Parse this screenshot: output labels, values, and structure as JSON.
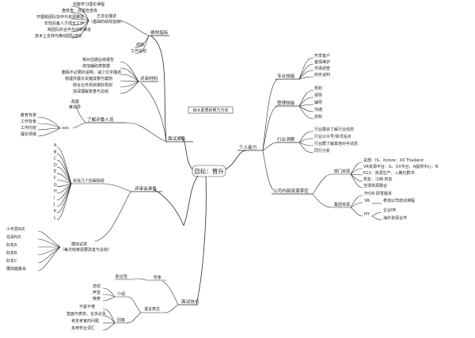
{
  "center": "目标：晋升",
  "note": "四大素质的努力方向",
  "branches": {
    "prep": {
      "label": "面试准备",
      "performance": {
        "label": "绩效指标",
        "method": [
          "方法论描述",
          "（基础的绩效指标）"
        ],
        "items": [
          "完整学习理论课程",
          "盘核查、改善检查库",
          "开展跨团队协作与资源推进",
          "年轻后备人才成长工作",
          "跨团队的合作与创新推进",
          "技术上支持与推动团队成长"
        ],
        "perf_items": [
          "绩效",
          "工作总结"
        ]
      },
      "review": {
        "label": "评审材料",
        "items": [
          "核对往期业绩报告",
          "增加辅助类数据",
          "删除不必要的说明、减少文字描述",
          "梳理并展示关键成果与案例",
          "结合业务现状做好规划",
          "加深理解复盘与总结"
        ]
      },
      "reviewer": {
        "label": "了解评委人员",
        "items": [
          "教育背景",
          "工作背景",
          "工作内容",
          "擅长领域"
        ],
        "name_top": "政委",
        "name_top2": "某领导",
        "name_side": "xxx"
      },
      "prep_group": {
        "label": "评审会准备",
        "questions_label": "多找几个前辈取经",
        "letters": [
          "A",
          "B",
          "C",
          "D",
          "E",
          "F",
          "G",
          "H",
          "I",
          "J",
          "K",
          "L"
        ],
        "mock_label": [
          "模拟试讲",
          "（每次结束需要改善与总结）"
        ],
        "mock_items": [
          "小可爱N次",
          "任哥N次",
          "好友A",
          "好友B",
          "好友C",
          "模拟面委会"
        ]
      }
    },
    "skills": {
      "label": "个人能力",
      "pro": {
        "label": "专业技能",
        "items": [
          "开发客户",
          "客情维护",
          "市场调查",
          "商务谈判"
        ]
      },
      "mgmt": {
        "label": "管理技能",
        "items": [
          "规划",
          "领导",
          "辅导",
          "沟通",
          "授权"
        ]
      },
      "industry": {
        "label": "行业洞察",
        "items": [
          "行业展会了解行业动态",
          "行业公众号/资讯站点",
          "行业群了解其他对手动态",
          "同行分析"
        ]
      },
      "internal": {
        "label": "公司内部资源掌控",
        "dept": {
          "label": "部门资源",
          "items": [
            "总部：IS、Xstore：XX Thailand",
            "VR资源平台：G、XX平台、A提供中心：B",
            "K12：资源生产，入教社群书",
            "校友：江西 校友",
            "全球资源融合"
          ]
        },
        "group": {
          "label": "集团资源",
          "vr_label": "YH2R 研发版本",
          "vr": "VR",
          "vr_detail": "参加公司培训课程",
          "hy": "HY",
          "hy_items": [
            "企业IM",
            "海外资源合作"
          ]
        }
      }
    },
    "interview": {
      "label": "面试技巧",
      "image": {
        "label": "形象",
        "items": [
          "职业性"
        ]
      },
      "speech": {
        "label": "语言表达",
        "intro": {
          "label": "介绍",
          "items": [
            "自信",
            "声音",
            "微笑"
          ]
        },
        "answer": {
          "label": "回答",
          "items": [
            "不紧不慢",
            "直面与表态、言多必失",
            "肯定考官的问题",
            "多用专业词汇"
          ]
        }
      }
    }
  }
}
